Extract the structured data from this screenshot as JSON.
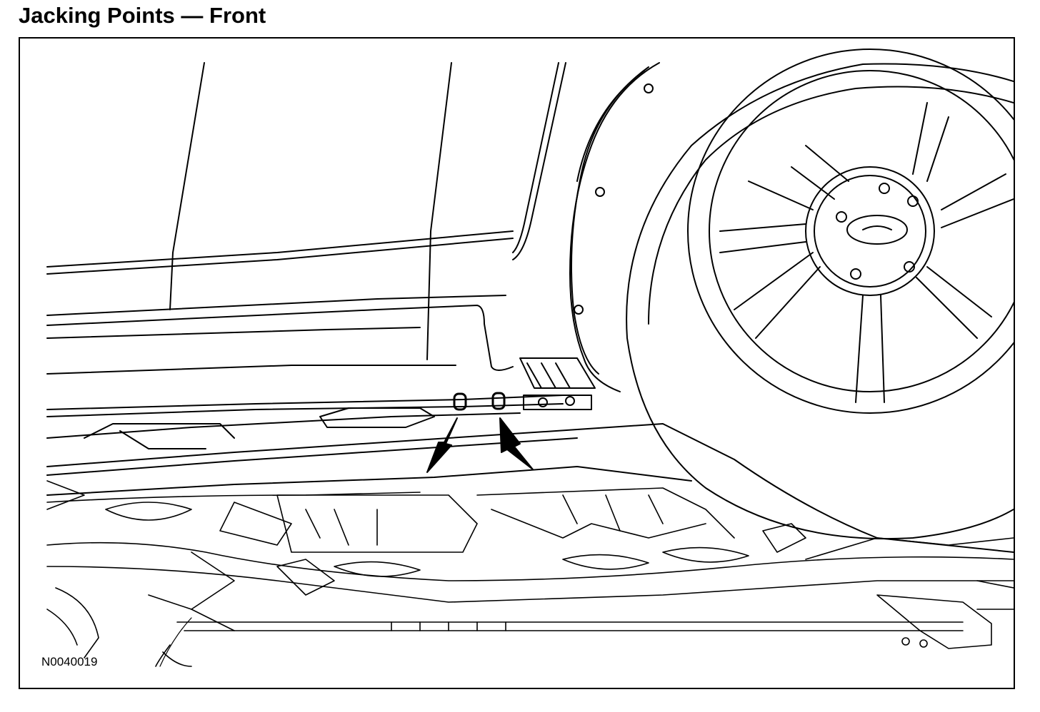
{
  "header": {
    "title": "Jacking Points — Front"
  },
  "figure": {
    "figure_id": "N0040019",
    "callouts": [
      "arrow-left",
      "arrow-right"
    ],
    "colors": {
      "ink": "#000000",
      "paper": "#ffffff"
    }
  }
}
